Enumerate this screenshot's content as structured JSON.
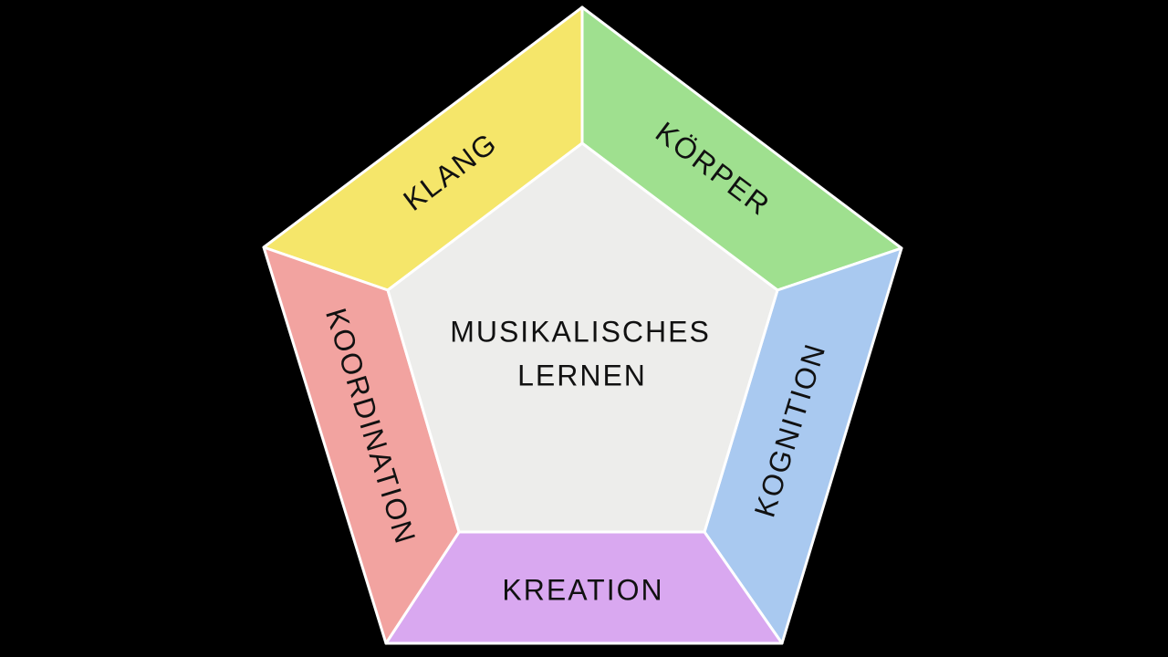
{
  "diagram": {
    "center": {
      "line1": "MUSIKALISCHES",
      "line2": "LERNEN",
      "color": "#ededeb"
    },
    "segments": [
      {
        "id": "klang",
        "label": "KLANG",
        "color": "#f5e66a"
      },
      {
        "id": "koerper",
        "label": "KÖRPER",
        "color": "#9fe08f"
      },
      {
        "id": "kognition",
        "label": "KOGNITION",
        "color": "#a9c9f0"
      },
      {
        "id": "kreation",
        "label": "KREATION",
        "color": "#d9a8f0"
      },
      {
        "id": "koordination",
        "label": "KOORDINATION",
        "color": "#f2a3a0"
      }
    ]
  }
}
